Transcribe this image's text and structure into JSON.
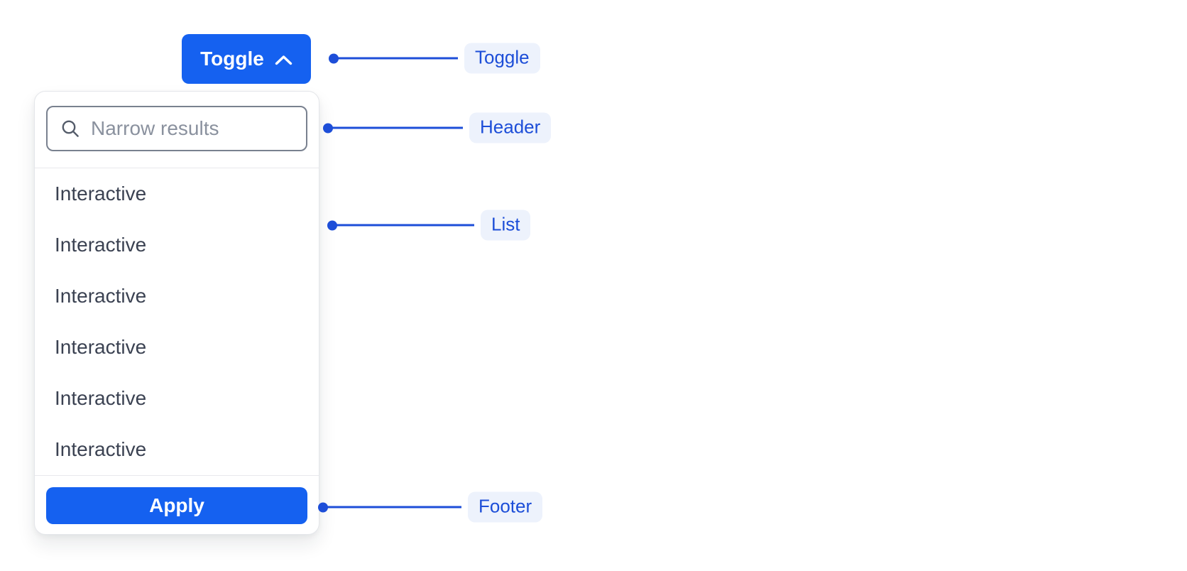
{
  "toggle_button": {
    "label": "Toggle",
    "icon": "chevron-up-icon"
  },
  "dropdown": {
    "header": {
      "search_placeholder": "Narrow results",
      "search_value": "",
      "icon": "search-icon"
    },
    "list_items": [
      "Interactive",
      "Interactive",
      "Interactive",
      "Interactive",
      "Interactive",
      "Interactive"
    ],
    "footer": {
      "apply_label": "Apply"
    }
  },
  "annotations": {
    "toggle": "Toggle",
    "header": "Header",
    "list": "List",
    "footer": "Footer"
  },
  "colors": {
    "primary_blue": "#1561F0",
    "annotation_blue": "#1D4ED8",
    "annotation_pill_bg": "#EDF2FC",
    "item_text": "#3B4252",
    "input_border": "#79818F",
    "panel_border": "#E4E6EA"
  }
}
